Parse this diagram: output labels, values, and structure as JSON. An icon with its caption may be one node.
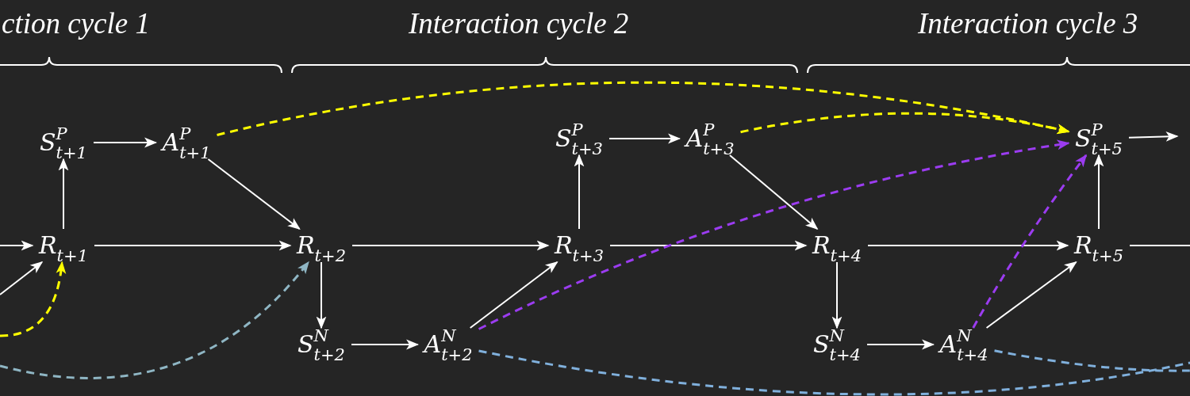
{
  "diagram": {
    "nodes": [
      {
        "text": [
          "S$^{P}$$_{t+1}$"
        ]
      },
      {
        "text": [
          "A$^{P}$$_{t+1}$"
        ]
      },
      {
        "text": [
          "R$_{t+1}$"
        ]
      },
      {
        "text": [
          "R$_{t+2}$"
        ]
      },
      {
        "text": [
          "S$^{N}$$_{t+2}$"
        ]
      },
      {
        "text": [
          "A$^{N}$$_{t+2}$"
        ]
      },
      {
        "text": [
          "S$^{P}$$_{t+3}$"
        ]
      },
      {
        "text": [
          "A$^{P}$$_{t+3}$"
        ]
      },
      {
        "text": [
          "R$_{t+3}$"
        ]
      },
      {
        "text": [
          "R$_{t+4}$"
        ]
      },
      {
        "text": [
          "S$^{N}$$_{t+4}$"
        ]
      },
      {
        "text": [
          "A$^{N}$$_{t+4}$"
        ]
      },
      {
        "text": [
          "S$^{P}$$_{t+5}$"
        ]
      },
      {
        "text": [
          "R$_{t+5}$"
        ]
      }
    ],
    "edges": [
      {
        "from": null,
        "to": 2,
        "arrow": "to"
      },
      {
        "from": null,
        "to": 2,
        "arrow": "to"
      },
      {
        "from": null,
        "to": 2,
        "arrow": "to",
        "style": "dashed",
        "color": "#ffff00"
      },
      {
        "from": null,
        "to": 3,
        "arrow": "to",
        "style": "dashed",
        "color": "#8fb6c4"
      },
      {
        "from": 2,
        "to": 0,
        "arrow": "to"
      },
      {
        "from": 0,
        "to": 1,
        "arrow": "to"
      },
      {
        "from": 2,
        "to": 3,
        "arrow": "to"
      },
      {
        "from": 1,
        "to": 3,
        "arrow": "to"
      },
      {
        "from": 3,
        "to": 4,
        "arrow": "to"
      },
      {
        "from": 4,
        "to": 5,
        "arrow": "to"
      },
      {
        "from": 5,
        "to": 8,
        "arrow": "to"
      },
      {
        "from": 3,
        "to": 8,
        "arrow": "to"
      },
      {
        "from": 8,
        "to": 6,
        "arrow": "to"
      },
      {
        "from": 6,
        "to": 7,
        "arrow": "to"
      },
      {
        "from": 7,
        "to": 9,
        "arrow": "to"
      },
      {
        "from": 8,
        "to": 9,
        "arrow": "to"
      },
      {
        "from": 9,
        "to": 10,
        "arrow": "to"
      },
      {
        "from": 10,
        "to": 11,
        "arrow": "to"
      },
      {
        "from": 11,
        "to": 13,
        "arrow": "to"
      },
      {
        "from": 9,
        "to": 13,
        "arrow": "to"
      },
      {
        "from": 13,
        "to": 12,
        "arrow": "to"
      },
      {
        "from": 12,
        "to": null,
        "arrow": "to"
      },
      {
        "from": 13,
        "to": null,
        "arrow": "none"
      },
      {
        "from": 1,
        "to": 12,
        "arrow": "to",
        "style": "dashed",
        "color": "#ffff00"
      },
      {
        "from": 7,
        "to": 12,
        "arrow": "to",
        "style": "dashed",
        "color": "#ffff00"
      },
      {
        "from": 5,
        "to": 12,
        "arrow": "to",
        "style": "dashed",
        "color": "#9b3cf0"
      },
      {
        "from": 11,
        "to": 12,
        "arrow": "to",
        "style": "dashed",
        "color": "#9b3cf0"
      },
      {
        "from": 5,
        "to": null,
        "arrow": "none",
        "style": "dashed",
        "color": "#80b0dc"
      },
      {
        "from": 11,
        "to": null,
        "arrow": "none",
        "style": "dashed",
        "color": "#80b0dc"
      }
    ],
    "labels": [
      "ction cycle 1",
      "Interaction cycle 2",
      "Interaction cycle 3"
    ]
  }
}
